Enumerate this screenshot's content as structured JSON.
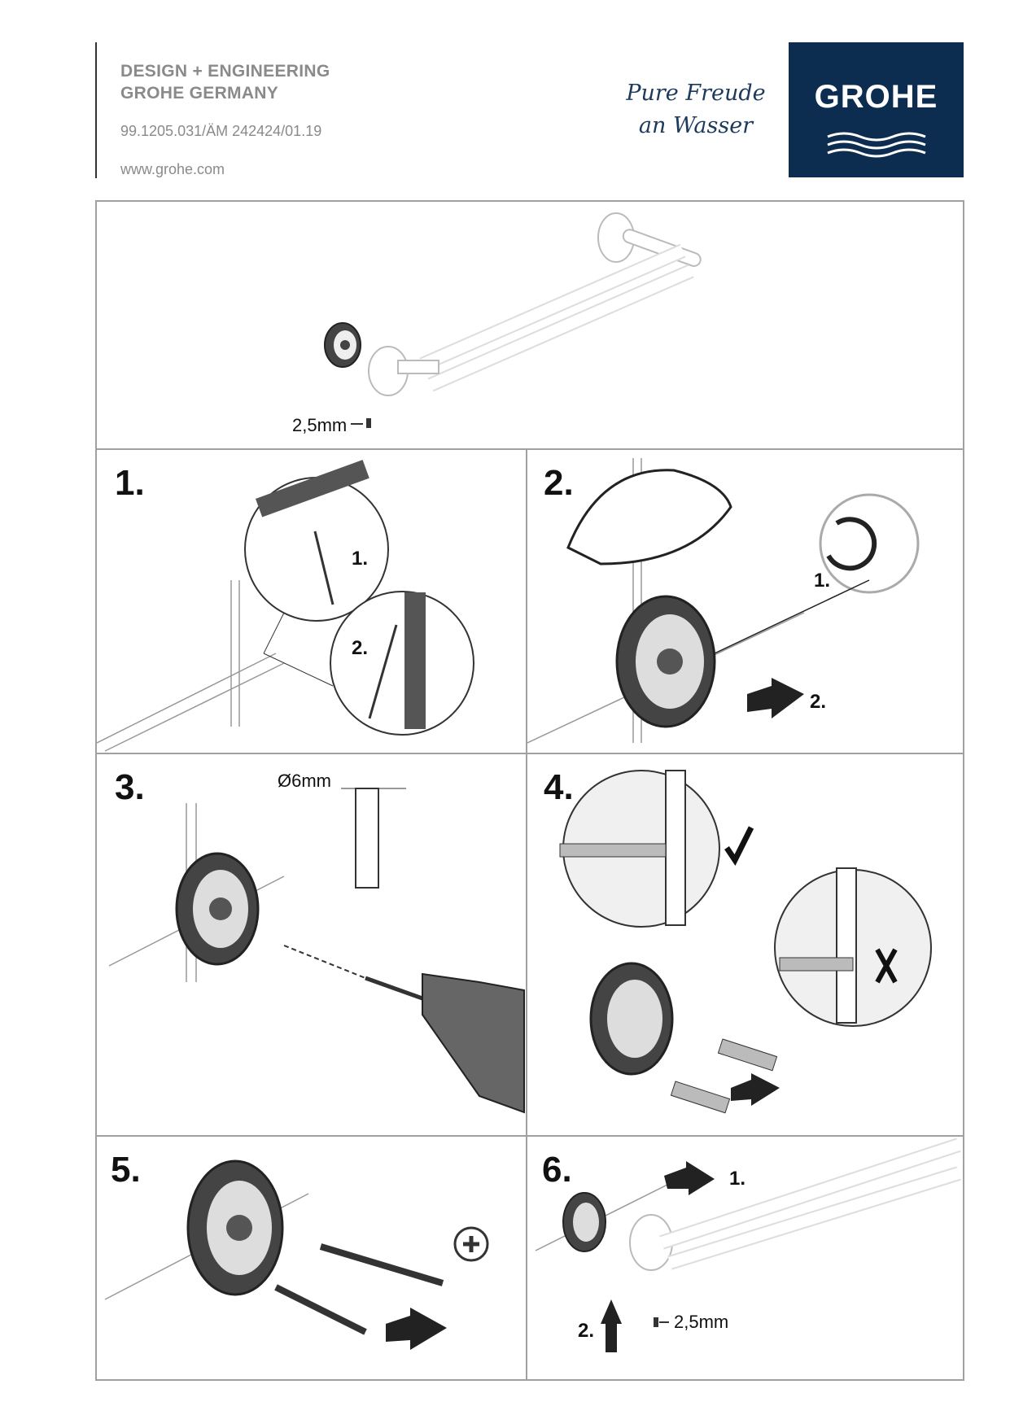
{
  "header": {
    "line1": "DESIGN + ENGINEERING",
    "line2": "GROHE GERMANY",
    "doc_code": "99.1205.031/ÄM 242424/01.19",
    "website": "www.grohe.com",
    "slogan_line1": "Pure Freude",
    "slogan_line2": "an Wasser",
    "logo_text": "GROHE"
  },
  "overview": {
    "screw_size": "2,5mm"
  },
  "steps": [
    {
      "number": "1.",
      "sub1": "1.",
      "sub2": "2."
    },
    {
      "number": "2.",
      "sub1": "1.",
      "sub2": "2."
    },
    {
      "number": "3.",
      "drill_size": "Ø6mm"
    },
    {
      "number": "4."
    },
    {
      "number": "5."
    },
    {
      "number": "6.",
      "sub1": "1.",
      "sub2": "2.",
      "screw_size": "2,5mm"
    }
  ],
  "colors": {
    "logo_bg": "#0c2d50",
    "slogan": "#1b3a5c",
    "header_text": "#8a8a8a",
    "frame": "#a0a0a0"
  }
}
